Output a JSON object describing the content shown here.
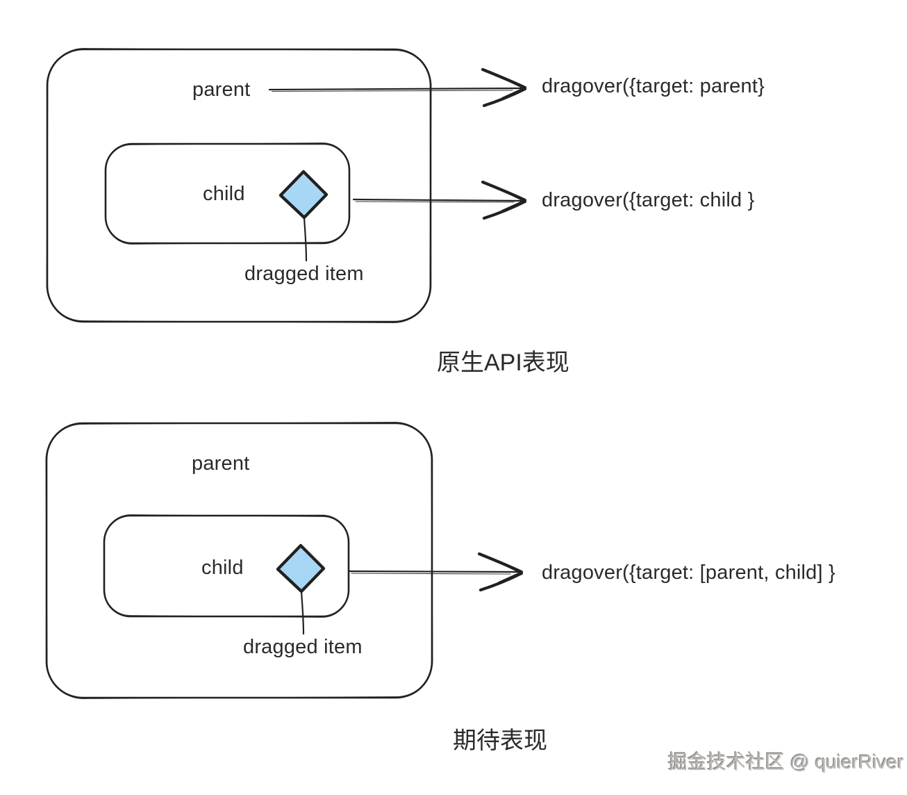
{
  "colors": {
    "stroke": "#212121",
    "diamond_fill": "#a7d7f5",
    "ink": "#2a2a2a",
    "watermark_color": "#bdbab7",
    "bg": "#ffffff"
  },
  "diagram_native": {
    "parent_label": "parent",
    "child_label": "child",
    "dragged_item_label": "dragged item",
    "event_parent": "dragover({target: parent}",
    "event_child": "dragover({target: child }",
    "caption": "原生API表现"
  },
  "diagram_expected": {
    "parent_label": "parent",
    "child_label": "child",
    "dragged_item_label": "dragged item",
    "event_combined": "dragover({target: [parent, child] }",
    "caption": "期待表现"
  },
  "watermark": "掘金技术社区 @ quierRiver"
}
